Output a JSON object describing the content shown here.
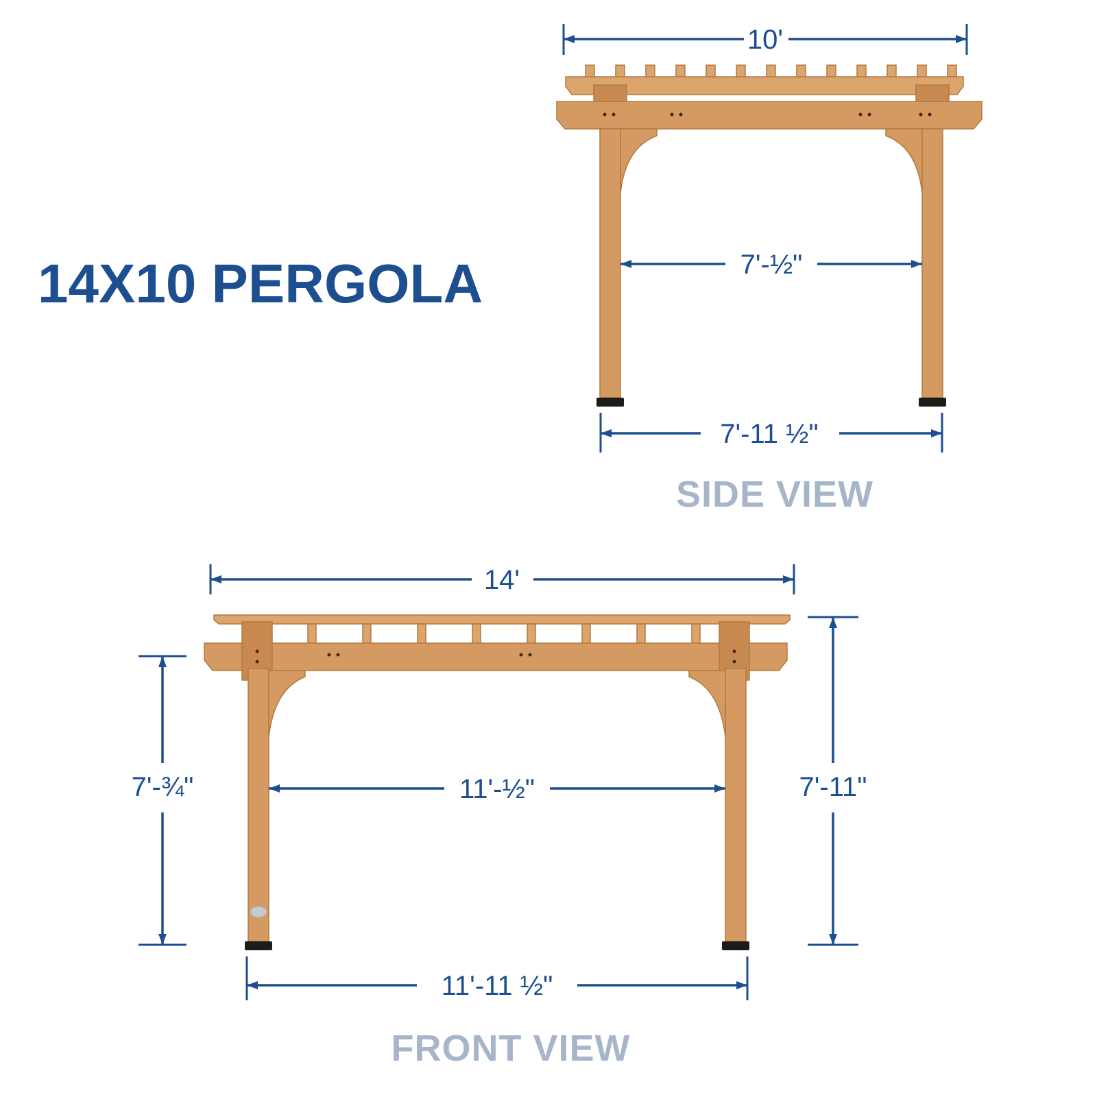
{
  "title": "14X10 PERGOLA",
  "side_view": {
    "label": "SIDE VIEW",
    "top_width": "10'",
    "post_spacing": "7'-½\"",
    "base_width": "7'-11 ½\""
  },
  "front_view": {
    "label": "FRONT VIEW",
    "top_width": "14'",
    "left_height": "7'-¾\"",
    "post_spacing": "11'-½\"",
    "right_height": "7'-11\"",
    "base_width": "11'-11 ½\""
  },
  "colors": {
    "dimension_blue": "#1d4e8f",
    "view_label_gray": "#a6b6c8",
    "wood": "#d59a62",
    "foot_black": "#1c1c1c"
  }
}
